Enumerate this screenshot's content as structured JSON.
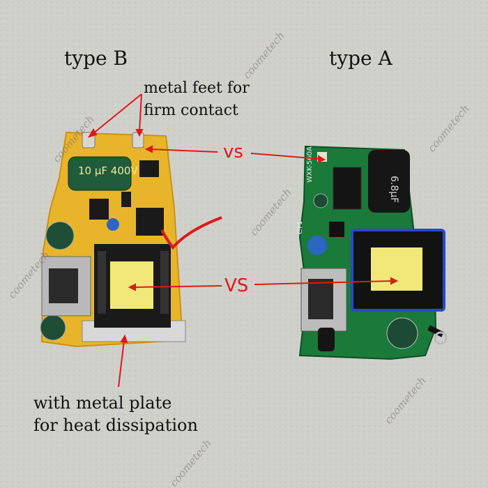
{
  "labels": {
    "type_b": "type B",
    "type_a": "type A",
    "metal_feet_line1": "metal feet for",
    "metal_feet_line2": "firm contact",
    "vs_top": "vs",
    "vs_middle": "VS",
    "metal_plate_line1": "with metal plate",
    "metal_plate_line2": "for  heat dissipation"
  },
  "watermark": "coometech",
  "components": {
    "type_b_capacitor": "10 μF 400V",
    "type_a_capacitor": "6.8μF",
    "type_a_silk": "WXK-560A",
    "type_a_cy": "CY1"
  },
  "colors": {
    "board_b": "#e8b52a",
    "board_a": "#1a7a3a",
    "arrow_red": "#e01818",
    "transformer_core": "#f2e87a"
  }
}
